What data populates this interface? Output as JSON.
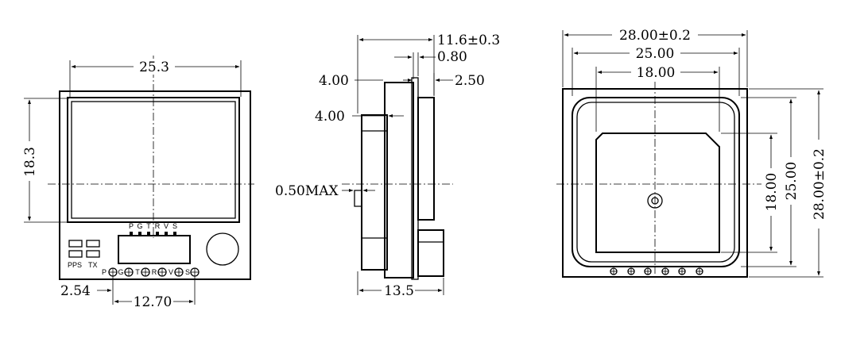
{
  "front_view": {
    "width_dim": "25.3",
    "height_dim": "18.3",
    "pin_pitch_dim": "2.54",
    "pin_span_dim": "12.70",
    "pin_labels_top": [
      "P",
      "G",
      "T",
      "R",
      "V",
      "S"
    ],
    "pin_labels_bottom": [
      "P",
      "G",
      "T",
      "R",
      "V",
      "S"
    ],
    "led_labels": [
      "PPS",
      "TX"
    ]
  },
  "side_view": {
    "total_depth_dim": "11.6±0.3",
    "pcb_thickness_dim": "0.80",
    "antenna_thickness_dim": "2.50",
    "offset_top_dim": "4.00",
    "shield_dim": "4.00",
    "gap_dim": "0.50MAX",
    "base_depth_dim": "13.5"
  },
  "top_view": {
    "outer_width_dim": "28.00±0.2",
    "antenna_width_dim": "25.00",
    "patch_width_dim": "18.00",
    "patch_height_dim": "18.00",
    "antenna_height_dim": "25.00",
    "outer_height_dim": "28.00±0.2"
  }
}
